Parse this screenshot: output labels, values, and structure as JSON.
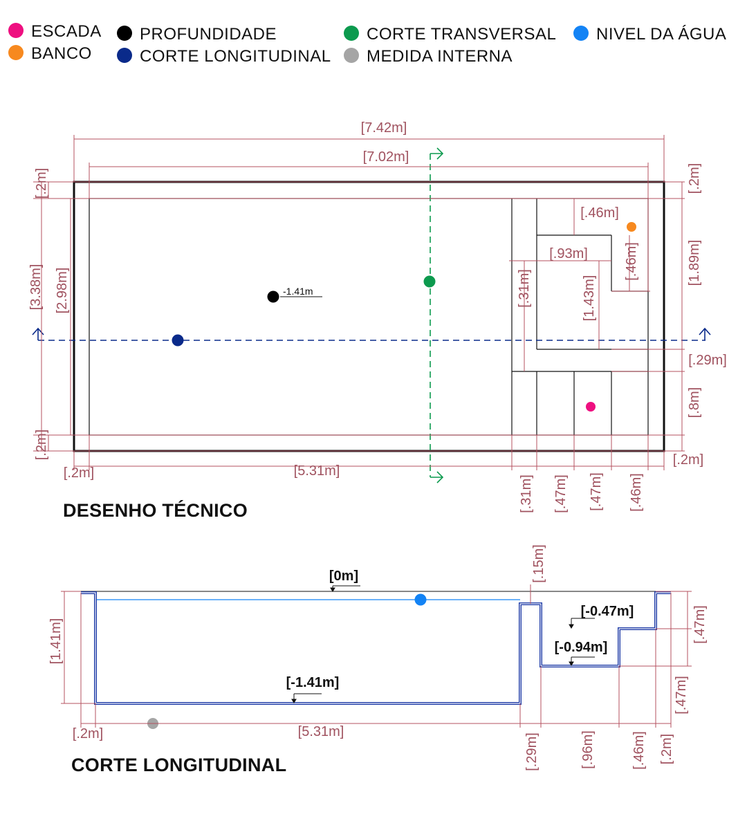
{
  "legend": {
    "escada": {
      "label": "ESCADA",
      "color": "#ee0f80"
    },
    "banco": {
      "label": "BANCO",
      "color": "#f7891f"
    },
    "profundidade": {
      "label": "PROFUNDIDADE",
      "color": "#000000"
    },
    "corte_longitudinal": {
      "label": "CORTE LONGITUDINAL",
      "color": "#0a2a8a"
    },
    "corte_transversal": {
      "label": "CORTE TRANSVERSAL",
      "color": "#0c9a4e"
    },
    "medida_interna": {
      "label": "MEDIDA INTERNA",
      "color": "#a5a5a5"
    },
    "nivel_agua": {
      "label": "NIVEL DA ÁGUA",
      "color": "#1383f5"
    }
  },
  "plan": {
    "title": "DESENHO TÉCNICO",
    "depth_label": "-1.41m",
    "dims": {
      "total_length": "[7.42m]",
      "internal_length": "[7.02m]",
      "wall_top_left": "[.2m]",
      "wall_top_right": "[.2m]",
      "total_width": "[3.38m]",
      "internal_width": "[2.98m]",
      "wall_bottom_left": "[.2m]",
      "wall_left_bottom": "[.2m]",
      "main_length": "[5.31m]",
      "wall_right_bottom": "[.2m]",
      "bench_depth": "[.46m]",
      "bench_width": "[.93m]",
      "bench_side": "[.46m]",
      "step_gap": "[.31m]",
      "bench_length": "[1.43m]",
      "right_upper": "[1.89m]",
      "right_gap": "[.29m]",
      "right_lower": "[.8m]",
      "step1": "[.31m]",
      "step2": "[.47m]",
      "step3": "[.47m]",
      "step4": "[.46m]"
    }
  },
  "section": {
    "title": "CORTE LONGITUDINAL",
    "levels": {
      "zero": "[0m]",
      "step_a": "[-0.47m]",
      "step_b": "[-0.94m]",
      "bottom": "[-1.41m]"
    },
    "dims": {
      "depth": "[1.41m]",
      "wall_left": "[.2m]",
      "main_length": "[5.31m]",
      "top_gap": "[.15m]",
      "step_h1": "[.47m]",
      "step_h2": "[.47m]",
      "b1": "[.29m]",
      "b2": "[.96m]",
      "b3": "[.46m]",
      "b4": "[.2m]"
    }
  }
}
